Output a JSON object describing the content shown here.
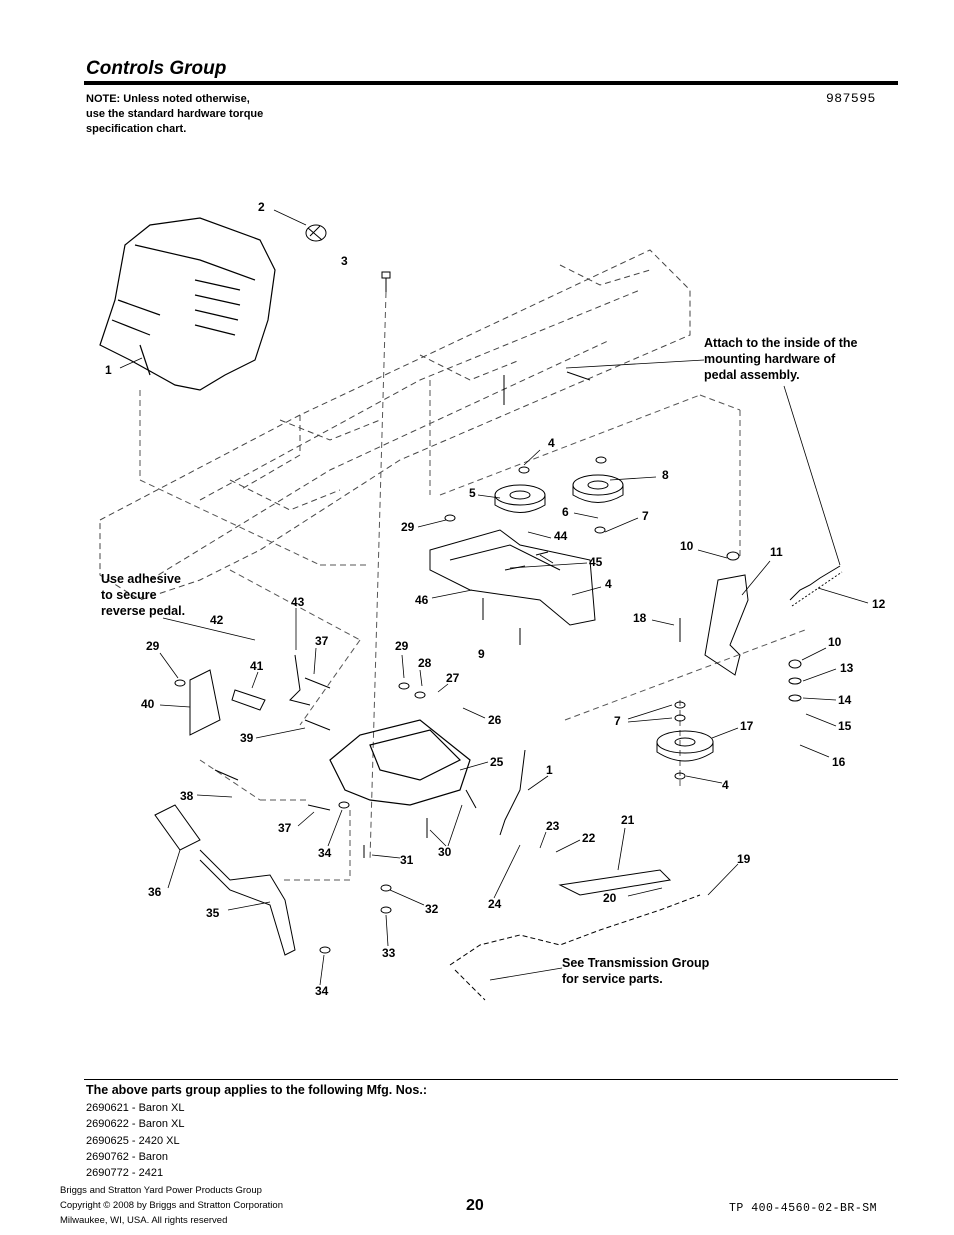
{
  "header": {
    "title": "Controls Group",
    "note_lines": [
      "NOTE: Unless noted otherwise,",
      "use the standard hardware torque",
      "specification chart."
    ],
    "doc_number": "987595"
  },
  "diagram": {
    "callouts": [
      {
        "lines": [
          "Attach to the inside of the",
          "mounting hardware of",
          "pedal assembly."
        ]
      },
      {
        "lines": [
          "Use adhesive",
          "to secure",
          "reverse pedal."
        ]
      },
      {
        "lines": [
          "See Transmission Group",
          "for service parts."
        ]
      }
    ],
    "part_labels": [
      "1",
      "2",
      "3",
      "4",
      "5",
      "6",
      "7",
      "8",
      "9",
      "10",
      "11",
      "12",
      "13",
      "14",
      "15",
      "16",
      "17",
      "18",
      "19",
      "20",
      "21",
      "22",
      "23",
      "24",
      "25",
      "26",
      "27",
      "28",
      "29",
      "30",
      "31",
      "32",
      "33",
      "34",
      "35",
      "36",
      "37",
      "38",
      "39",
      "40",
      "41",
      "42",
      "43",
      "44",
      "45",
      "46"
    ]
  },
  "footer": {
    "applies_heading": "The above parts group applies to the following Mfg. Nos.:",
    "models": [
      "2690621 - Baron XL",
      "2690622 - Baron XL",
      "2690625 - 2420 XL",
      "2690762 - Baron",
      "2690772 - 2421"
    ],
    "company_lines": [
      "Briggs and Stratton Yard Power Products Group",
      "Copyright ©  2008 by Briggs and Stratton Corporation",
      "Milwaukee, WI, USA. All rights reserved"
    ],
    "page_number": "20",
    "tp_code": "TP 400-4560-02-BR-SM"
  }
}
